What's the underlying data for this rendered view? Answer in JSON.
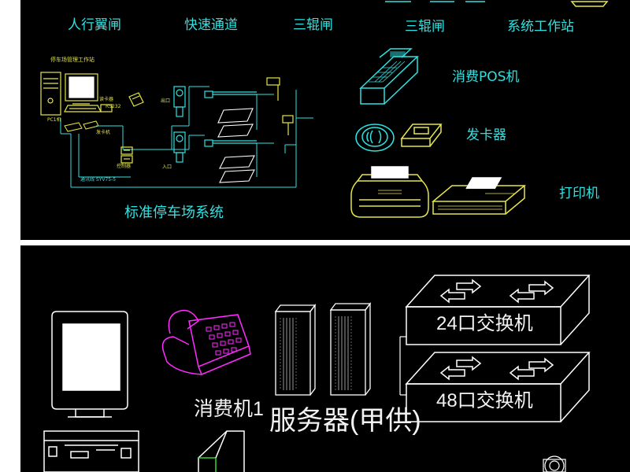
{
  "top_panel": {
    "devices": {
      "turnstile_wing": "人行翼闸",
      "fast_lane": "快速通道",
      "tripod_a": "三辊闸",
      "tripod_b": "三辊闸",
      "workstation": "系统工作站",
      "pos": "消费POS机",
      "card_issuer": "发卡器",
      "printer": "打印机"
    },
    "parking": {
      "title": "标准停车场系统",
      "mgmt_station": "停车场管理工作站",
      "pc_card": "PC1机",
      "card_reader_small": "读卡器",
      "rs232": "RS232",
      "sw_card": "发卡机",
      "exit": "出口",
      "entry": "入口",
      "cable": "通讯线 SYV75-5",
      "controller": "控制器"
    }
  },
  "bottom_panel": {
    "consumer": "消费机1",
    "server": "服务器(甲供)",
    "switch_24": "24口交换机",
    "switch_48": "48口交换机"
  },
  "colors": {
    "cad_background": "#000000",
    "cyan": "#2fe1e1",
    "yellow": "#e6e64a",
    "magenta": "#ff2bff",
    "white": "#f2f2f2",
    "green": "#35d435"
  }
}
